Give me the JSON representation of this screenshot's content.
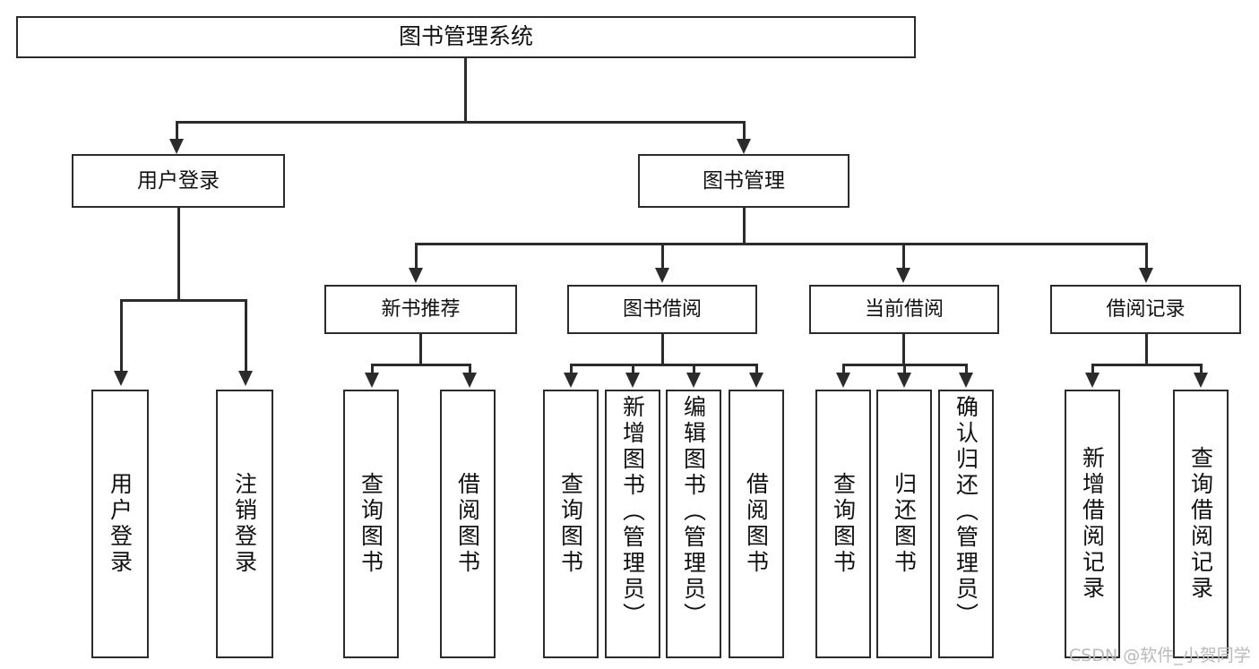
{
  "diagram": {
    "type": "tree",
    "title": "图书管理系统",
    "root": {
      "label": "图书管理系统"
    },
    "level2": [
      {
        "label": "用户登录"
      },
      {
        "label": "图书管理"
      }
    ],
    "level3": [
      {
        "label": "新书推荐"
      },
      {
        "label": "图书借阅"
      },
      {
        "label": "当前借阅"
      },
      {
        "label": "借阅记录"
      }
    ],
    "leaves": {
      "user_login": [
        {
          "label": "用户登录"
        },
        {
          "label": "注销登录"
        }
      ],
      "new_book": [
        {
          "label": "查询图书"
        },
        {
          "label": "借阅图书"
        }
      ],
      "book_borrow": [
        {
          "label": "查询图书"
        },
        {
          "label": "新增图书（管理员）"
        },
        {
          "label": "编辑图书（管理员）"
        },
        {
          "label": "借阅图书"
        }
      ],
      "current_borrow": [
        {
          "label": "查询图书"
        },
        {
          "label": "归还图书"
        },
        {
          "label": "确认归还（管理员）"
        }
      ],
      "borrow_record": [
        {
          "label": "新增借阅记录"
        },
        {
          "label": "查询借阅记录"
        }
      ]
    }
  },
  "watermark": {
    "text": "CSDN @软件_小贺同学"
  },
  "colors": {
    "stroke": "#2b2b2b",
    "background": "#ffffff",
    "text": "#111111",
    "watermark": "#b9b9b9"
  }
}
